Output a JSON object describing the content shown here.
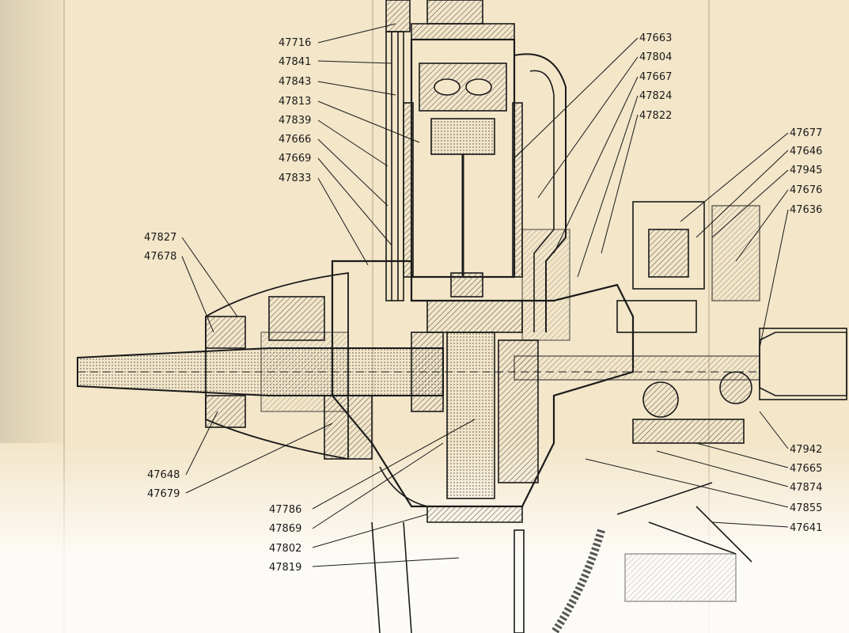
{
  "drawing": {
    "title": "",
    "labels": {
      "l47716": "47716",
      "l47841": "47841",
      "l47843": "47843",
      "l47813": "47813",
      "l47839": "47839",
      "l47666": "47666",
      "l47669": "47669",
      "l47833": "47833",
      "l47827": "47827",
      "l47678": "47678",
      "l47648": "47648",
      "l47679": "47679",
      "l47786": "47786",
      "l47869": "47869",
      "l47802": "47802",
      "l47819": "47819",
      "l47663": "47663",
      "l47804": "47804",
      "l47667": "47667",
      "l47824": "47824",
      "l47822": "47822",
      "l47677": "47677",
      "l47646": "47646",
      "l47945": "47945",
      "l47676": "47676",
      "l47636": "47636",
      "l47942": "47942",
      "l47665": "47665",
      "l47874": "47874",
      "l47855": "47855",
      "l47641": "47641"
    }
  },
  "colors": {
    "paper": "#f3e6c9",
    "ink": "#1a1a1a",
    "hatch": "#6b6b6b"
  }
}
